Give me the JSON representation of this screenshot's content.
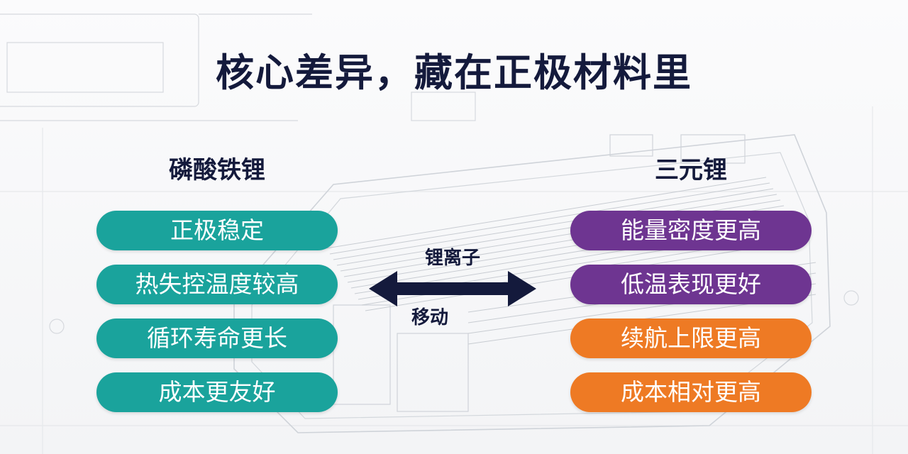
{
  "title": "核心差异，藏在正极材料里",
  "left": {
    "heading": "磷酸铁锂",
    "color": "#1aa39c",
    "items": [
      "正极稳定",
      "热失控温度较高",
      "循环寿命更长",
      "成本更友好"
    ]
  },
  "right": {
    "heading": "三元锂",
    "items": [
      {
        "label": "能量密度更高",
        "color": "#6e3591"
      },
      {
        "label": "低温表现更好",
        "color": "#6e3591"
      },
      {
        "label": "续航上限更高",
        "color": "#ee7a24"
      },
      {
        "label": "成本相对更高",
        "color": "#ee7a24"
      }
    ]
  },
  "middle": {
    "top_label": "锂离子",
    "bottom_label": "移动",
    "arrow_color": "#141a3c"
  }
}
